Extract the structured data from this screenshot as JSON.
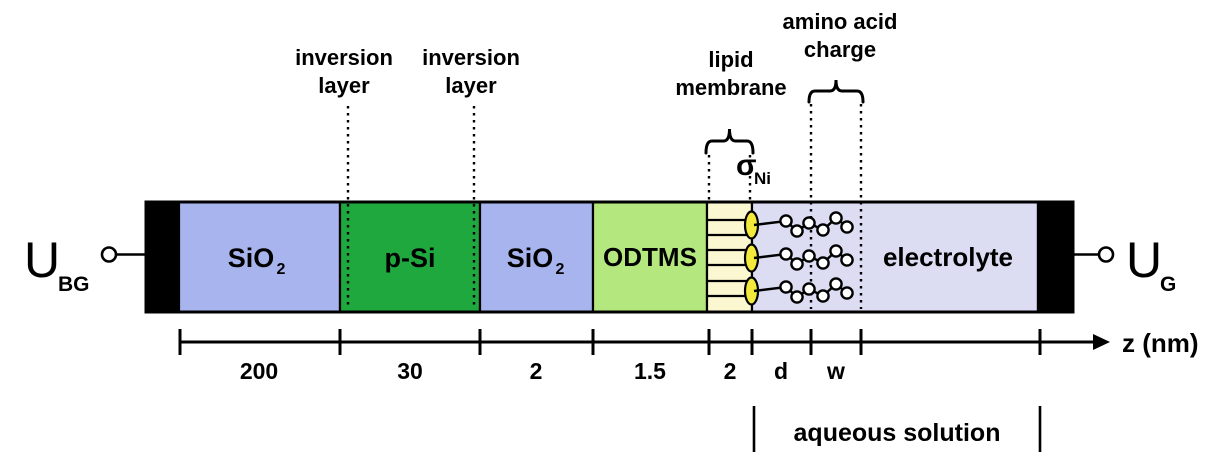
{
  "colors": {
    "sio2": "#a8b4ee",
    "p_si": "#1fa83e",
    "odtms": "#b4e87e",
    "lipid": "#fbf7d0",
    "electrolyte": "#dcddf3",
    "contact": "#000000",
    "nickel_site": "#f2e93c",
    "background": "#ffffff"
  },
  "terminals": {
    "back_gate": {
      "symbol": "U",
      "subscript": "BG"
    },
    "gate": {
      "symbol": "U",
      "subscript": "G"
    }
  },
  "annotations": {
    "inversion_layer_1": {
      "line1": "inversion",
      "line2": "layer"
    },
    "inversion_layer_2": {
      "line1": "inversion",
      "line2": "layer"
    },
    "lipid_membrane": {
      "line1": "lipid",
      "line2": "membrane"
    },
    "amino_acid_charge": {
      "line1": "amino acid",
      "line2": "charge"
    },
    "sigma_ni": {
      "symbol": "σ",
      "subscript": "Ni"
    },
    "aqueous_solution": "aqueous solution"
  },
  "layers": {
    "sio2_back": {
      "label": "SiO",
      "subscript": "2"
    },
    "p_si": {
      "label": "p-Si"
    },
    "sio2_front": {
      "label": "SiO",
      "subscript": "2"
    },
    "odtms": {
      "label": "ODTMS"
    },
    "electrolyte": {
      "label": "electrolyte"
    }
  },
  "axis": {
    "label": "z (nm)",
    "segments": [
      {
        "label": "200"
      },
      {
        "label": "30"
      },
      {
        "label": "2"
      },
      {
        "label": "1.5"
      },
      {
        "label": "2"
      },
      {
        "label": "d"
      },
      {
        "label": "w"
      }
    ]
  }
}
